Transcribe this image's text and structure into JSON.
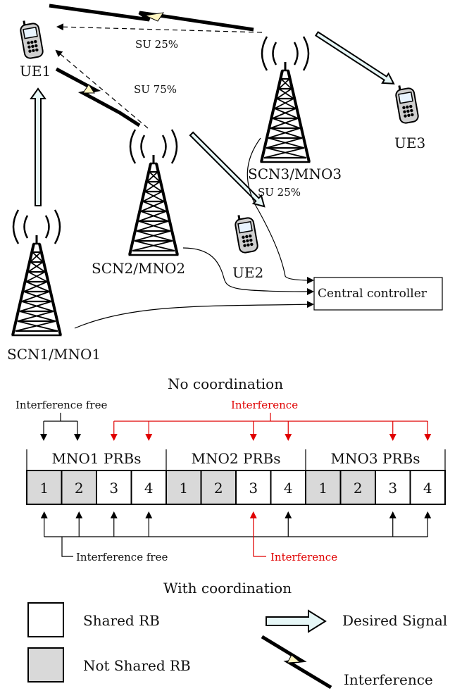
{
  "nodes": {
    "ue1": "UE1",
    "ue2": "UE2",
    "ue3": "UE3",
    "scn1": "SCN1/MNO1",
    "scn2": "SCN2/MNO2",
    "scn3": "SCN3/MNO3",
    "controller": "Central controller"
  },
  "annotations": {
    "su_a": "SU 25%",
    "su_b": "SU 75%",
    "su_c": "SU 25%"
  },
  "sections": {
    "no_coordination": "No coordination",
    "with_coordination": "With coordination"
  },
  "interference_labels": {
    "top_free": "Interference free",
    "top_interference": "Interference",
    "bottom_free": "Interference free",
    "bottom_interference": "Interference"
  },
  "prb_groups": [
    {
      "label": "MNO1 PRBs",
      "cells": [
        "1",
        "2",
        "3",
        "4"
      ],
      "shared": [
        false,
        false,
        true,
        true
      ]
    },
    {
      "label": "MNO2 PRBs",
      "cells": [
        "1",
        "2",
        "3",
        "4"
      ],
      "shared": [
        false,
        false,
        true,
        true
      ]
    },
    {
      "label": "MNO3 PRBs",
      "cells": [
        "1",
        "2",
        "3",
        "4"
      ],
      "shared": [
        false,
        false,
        true,
        true
      ]
    }
  ],
  "legend": {
    "shared": "Shared RB",
    "not_shared": "Not Shared RB",
    "desired": "Desired Signal",
    "interference": "Interference"
  },
  "colors": {
    "not_shared_fill": "#d9d9d9",
    "interference_red": "#e00000",
    "signal_arrow_fill": "#e6f7f7",
    "bolt_fill": "#fff6c2"
  }
}
